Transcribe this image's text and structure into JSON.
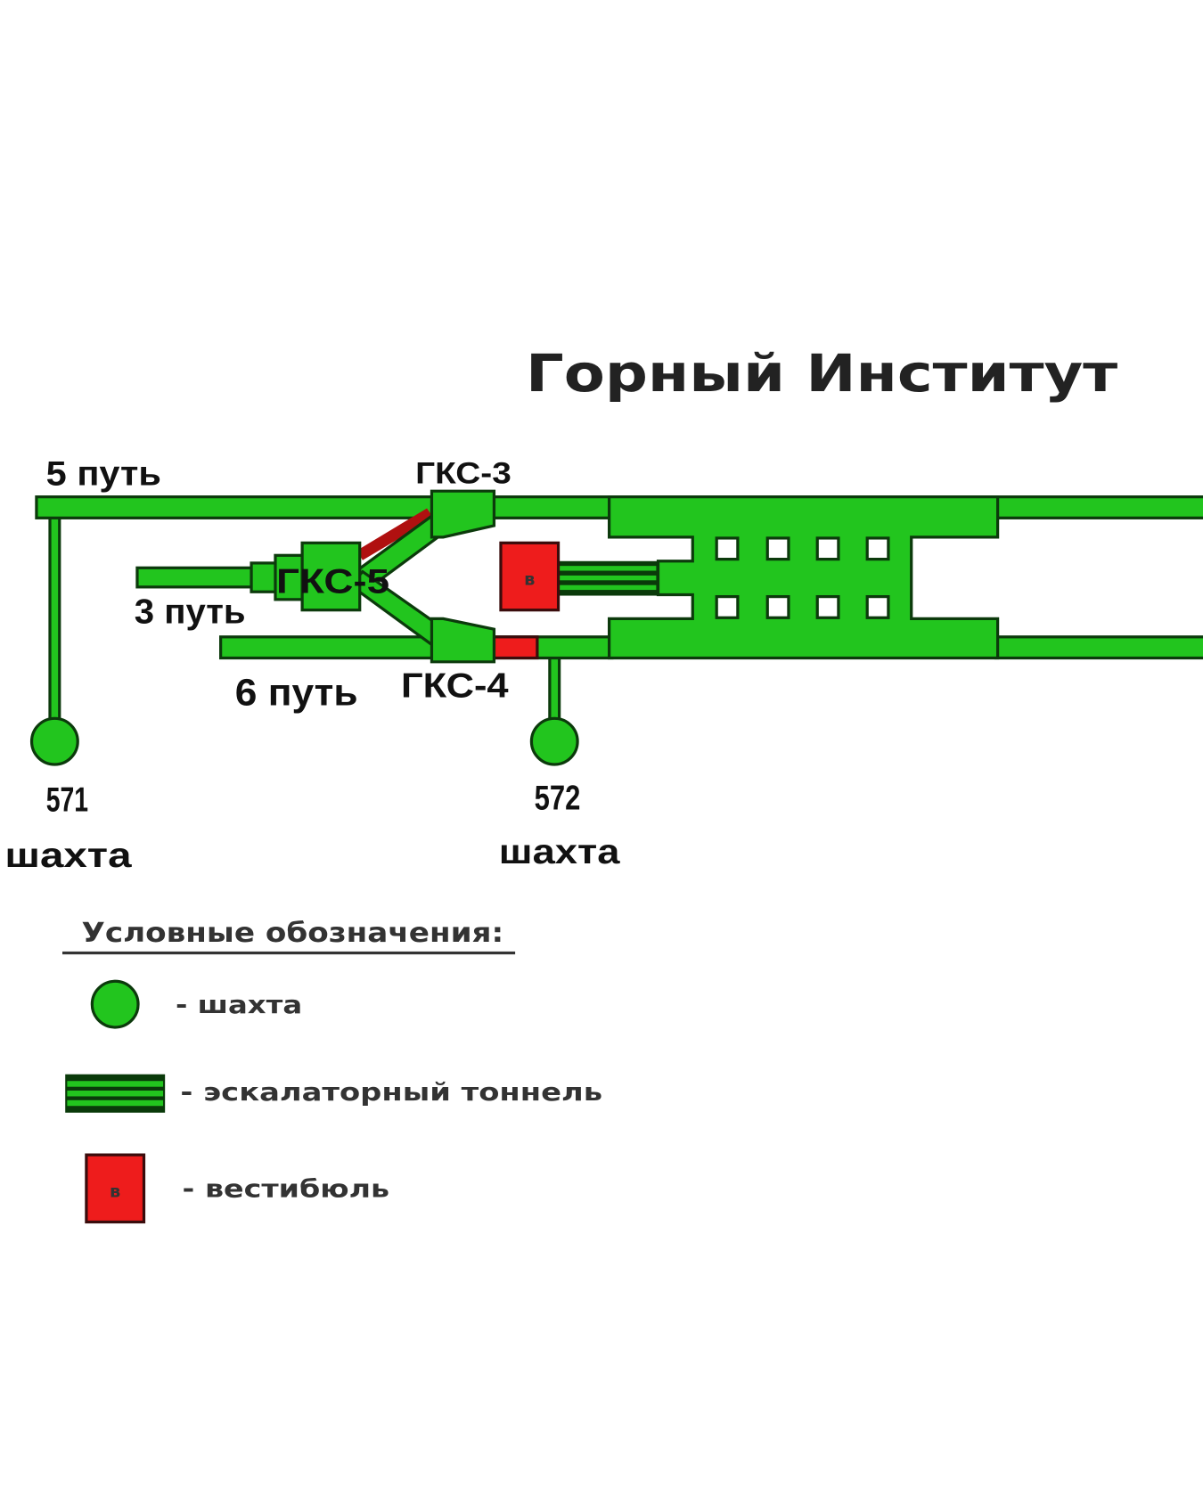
{
  "title": "Горный Институт",
  "tracks": {
    "track5": "5 путь",
    "track3": "3 путь",
    "track6": "6 путь"
  },
  "chambers": {
    "gks3": "ГКС-3",
    "gks4": "ГКС-4",
    "gks5": "ГКС-5"
  },
  "shafts": [
    {
      "number": "571",
      "label": "шахта"
    },
    {
      "number": "572",
      "label": "шахта"
    }
  ],
  "vestibule_letter": "в",
  "legend": {
    "heading": "Условные обозначения:",
    "items": [
      {
        "symbol": "shaft-circle",
        "label": "- шахта"
      },
      {
        "symbol": "escalator-tunnel",
        "label": "- эскалаторный тоннель"
      },
      {
        "symbol": "vestibule-square",
        "label": "- вестибюль",
        "letter": "в"
      }
    ]
  },
  "colors": {
    "green": "#22c51e",
    "red": "#ee1c1c",
    "outline": "#0c3a0c"
  }
}
